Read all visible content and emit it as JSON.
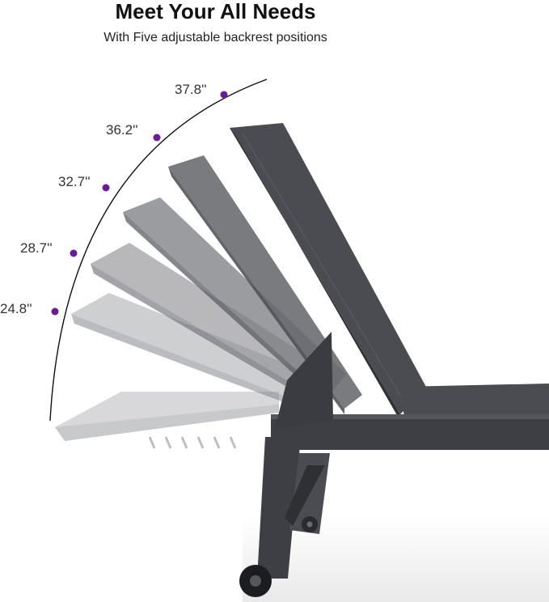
{
  "header": {
    "title": "Meet Your All Needs",
    "subtitle": "With Five adjustable backrest positions"
  },
  "heights": [
    {
      "label": "37.8''"
    },
    {
      "label": "36.2''"
    },
    {
      "label": "32.7''"
    },
    {
      "label": "28.7''"
    },
    {
      "label": "24.8''"
    }
  ],
  "colors": {
    "marker": "#6a1b9a",
    "arc": "#111111",
    "frame": "#3d3f44",
    "fabric": "#4a4c51"
  }
}
